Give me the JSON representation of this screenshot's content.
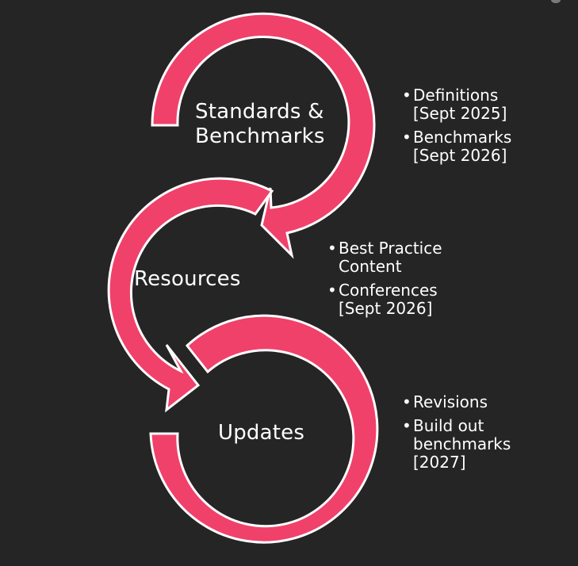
{
  "colors": {
    "background": "#252525",
    "arrow_fill": "#f0416b",
    "arrow_outline": "#ffffff",
    "text": "#ffffff"
  },
  "stages": [
    {
      "label_line1": "Standards &",
      "label_line2": "Benchmarks"
    },
    {
      "label_line1": "Resources"
    },
    {
      "label_line1": "Updates"
    }
  ],
  "bullet_groups": [
    {
      "items": [
        [
          "Definitions",
          "[Sept 2025]"
        ],
        [
          "Benchmarks",
          "[Sept 2026]"
        ]
      ]
    },
    {
      "items": [
        [
          "Best Practice",
          "Content"
        ],
        [
          "Conferences",
          "[Sept 2026]"
        ]
      ]
    },
    {
      "items": [
        [
          "Revisions"
        ],
        [
          "Build out",
          "benchmarks",
          "[2027]"
        ]
      ]
    }
  ]
}
